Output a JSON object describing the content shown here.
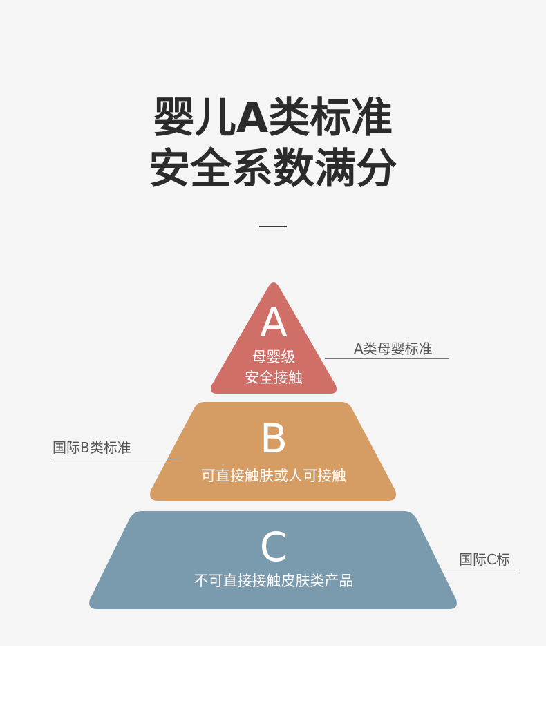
{
  "headline": {
    "line1": "婴儿A类标准",
    "line2": "安全系数满分"
  },
  "tiers": [
    {
      "letter": "A",
      "desc_line1": "母婴级",
      "desc_line2": "安全接触",
      "side_label": "A类母婴标准",
      "color": "#cf6f67"
    },
    {
      "letter": "B",
      "desc_line1": "可直接触肤或人可接触",
      "side_label": "国际B类标准",
      "color": "#d59c63"
    },
    {
      "letter": "C",
      "desc_line1": "不可直接接触皮肤类产品",
      "side_label": "国际C标",
      "color": "#7a9aae"
    }
  ]
}
